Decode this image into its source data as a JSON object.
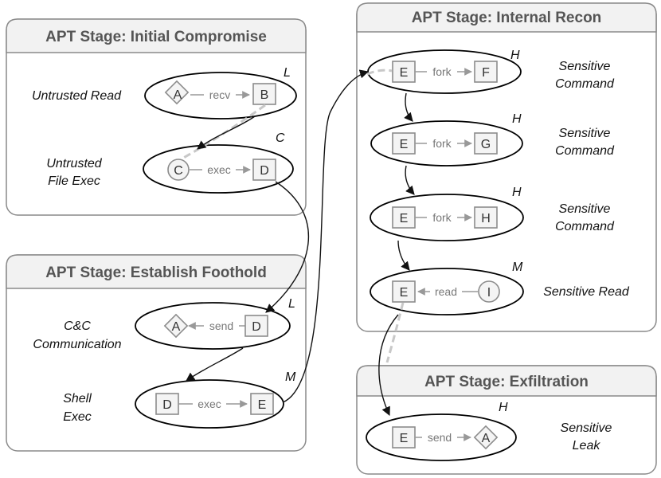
{
  "stages": {
    "initial_compromise": "APT Stage: Initial Compromise",
    "establish_foothold": "APT Stage: Establish Foothold",
    "internal_recon": "APT Stage: Internal Recon",
    "exfiltration": "APT Stage: Exfiltration"
  },
  "steps": [
    {
      "label1": "Untrusted Read",
      "label2": "",
      "level": "L",
      "src": "A",
      "edge": "recv",
      "dst": "B"
    },
    {
      "label1": "Untrusted",
      "label2": "File Exec",
      "level": "C",
      "src": "C",
      "edge": "exec",
      "dst": "D"
    },
    {
      "label1": "C&C",
      "label2": "Communication",
      "level": "L",
      "src": "A",
      "edge": "send",
      "dst": "D"
    },
    {
      "label1": "Shell",
      "label2": "Exec",
      "level": "M",
      "src": "D",
      "edge": "exec",
      "dst": "E"
    },
    {
      "label1": "Sensitive",
      "label2": "Command",
      "level": "H",
      "src": "E",
      "edge": "fork",
      "dst": "F"
    },
    {
      "label1": "Sensitive",
      "label2": "Command",
      "level": "H",
      "src": "E",
      "edge": "fork",
      "dst": "G"
    },
    {
      "label1": "Sensitive",
      "label2": "Command",
      "level": "H",
      "src": "E",
      "edge": "fork",
      "dst": "H"
    },
    {
      "label1": "Sensitive Read",
      "label2": "",
      "level": "M",
      "src": "E",
      "edge": "read",
      "dst": "I"
    },
    {
      "label1": "Sensitive",
      "label2": "Leak",
      "level": "H",
      "src": "E",
      "edge": "send",
      "dst": "A"
    }
  ]
}
